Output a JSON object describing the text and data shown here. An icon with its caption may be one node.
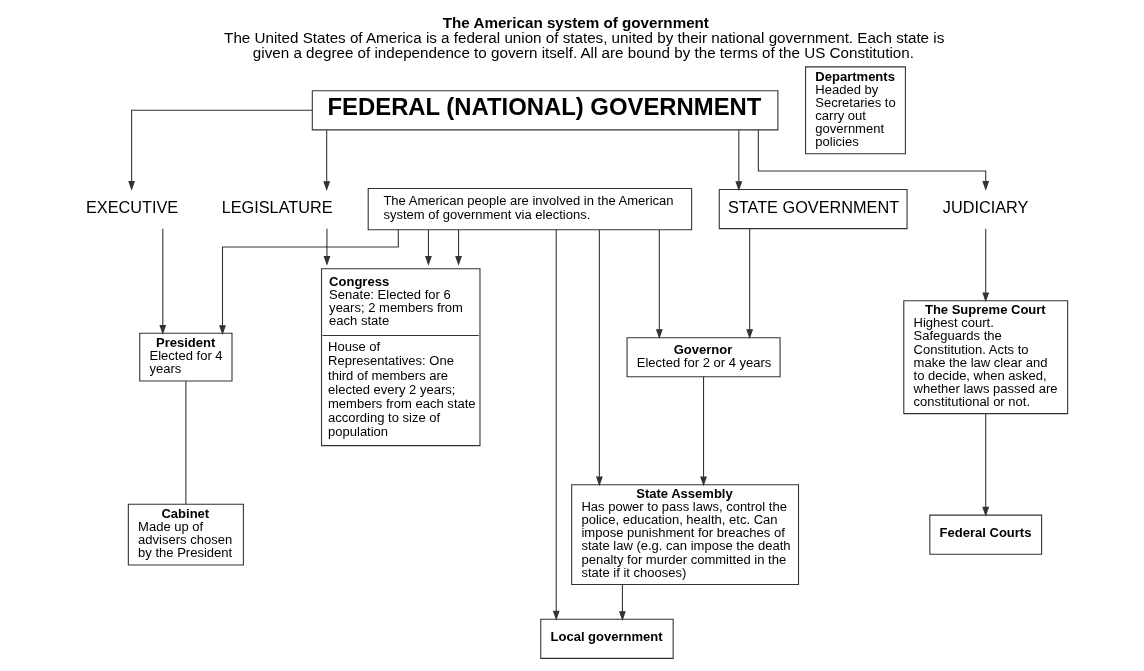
{
  "diagram": {
    "title": "The American system of government",
    "caption": "The United States of America is a federal union of states, united by their national government. Each state is given a degree of independence to govern itself. All are bound by the terms of the US Constitution.",
    "nodes": [
      {
        "text": [
          "FEDERAL (NATIONAL) GOVERNMENT"
        ]
      },
      {
        "text": [
          "LEGISLATURE"
        ]
      },
      {
        "text": [
          "EXECUTIVE"
        ]
      },
      {
        "text": [
          "JUDICIARY"
        ]
      },
      {
        "text": [
          "STATE GOVERNMENT"
        ]
      },
      {
        "text": [
          "Congress",
          "Senate: Elected for 6 years; 2 members from each state",
          "House of Representatives: One third of members are elected every 2 years; members from each state according to size of population"
        ]
      },
      {
        "text": [
          "President",
          "Elected for 4 years"
        ]
      },
      {
        "text": [
          "Cabinet",
          "Made up of advisers chosen by the President"
        ]
      },
      {
        "text": [
          "Departments",
          "Headed by Secretaries to carry out government policies"
        ]
      },
      {
        "text": [
          "The Supreme Court",
          "Highest court. Safeguards the Constitution. Acts to make the law clear and to decide, when asked, whether laws passed are constitutional or not."
        ]
      },
      {
        "text": [
          "Federal Courts"
        ]
      },
      {
        "text": [
          "Governor",
          "Elected for 2 or 4 years"
        ]
      },
      {
        "text": [
          "State Assembly",
          "Has power to pass laws, control the police, education, health, etc. Can impose punishment for breaches of state law (e.g. can impose the death penalty for murder committed in the state if it chooses)"
        ]
      },
      {
        "text": [
          "Local government"
        ]
      },
      {
        "text": [
          "The American people are involved in the American system of government via elections."
        ]
      }
    ],
    "edges": [
      {
        "from": 0,
        "to": 1,
        "arrow": "to"
      },
      {
        "from": 0,
        "to": 2,
        "arrow": "to"
      },
      {
        "from": 0,
        "to": 3,
        "arrow": "to"
      },
      {
        "from": 0,
        "to": 4,
        "arrow": "to"
      },
      {
        "from": 1,
        "to": 5,
        "arrow": "to"
      },
      {
        "from": 2,
        "to": 6,
        "arrow": "to"
      },
      {
        "from": 3,
        "to": 9,
        "arrow": "to"
      },
      {
        "from": 4,
        "to": 11,
        "arrow": "to"
      },
      {
        "from": 6,
        "to": 7,
        "arrow": "none"
      },
      {
        "from": 9,
        "to": 10,
        "arrow": "to"
      },
      {
        "from": 11,
        "to": 12,
        "arrow": "to"
      },
      {
        "from": 12,
        "to": 13,
        "arrow": "to"
      },
      {
        "from": 14,
        "to": 5,
        "arrow": "to"
      },
      {
        "from": 14,
        "to": 5,
        "arrow": "to"
      },
      {
        "from": 14,
        "to": 6,
        "arrow": "to"
      },
      {
        "from": 14,
        "to": 11,
        "arrow": "to"
      },
      {
        "from": 14,
        "to": 13,
        "arrow": "to"
      },
      {
        "from": 14,
        "to": 12,
        "arrow": "to"
      }
    ]
  }
}
